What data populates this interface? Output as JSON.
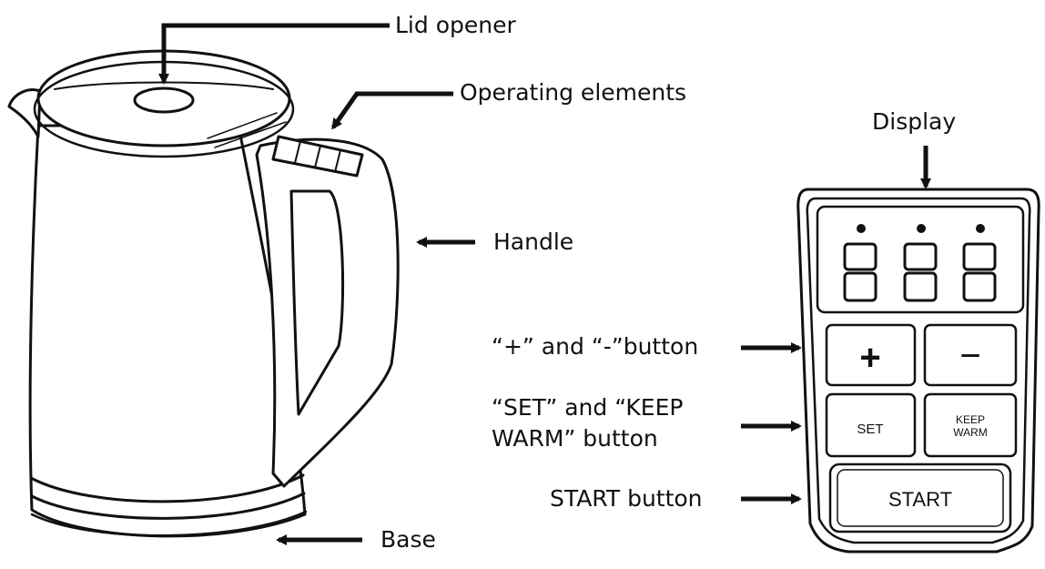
{
  "labels": {
    "lid_opener": "Lid opener",
    "operating_elements": "Operating elements",
    "display": "Display",
    "handle": "Handle",
    "plus_minus": "“+” and “-”button",
    "set_keep_warm_line1": "“SET” and “KEEP",
    "set_keep_warm_line2": "WARM” button",
    "start_button": "START button",
    "base": "Base"
  },
  "panel": {
    "display_digits": [
      "8",
      "8",
      "8"
    ],
    "plus": "+",
    "minus": "−",
    "set": "SET",
    "keep_warm_line1": "KEEP",
    "keep_warm_line2": "WARM",
    "start": "START"
  },
  "colors": {
    "line": "#111111",
    "fill": "#ffffff"
  }
}
